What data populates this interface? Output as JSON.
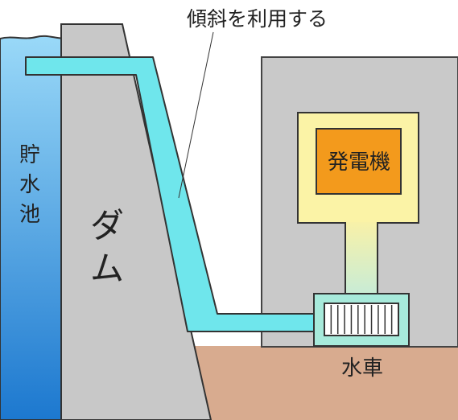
{
  "labels": {
    "slope": "傾斜を利用する",
    "reservoir_chars": [
      "貯",
      "水",
      "池"
    ],
    "dam_chars": [
      "ダ",
      "ム"
    ],
    "generator": "発電機",
    "waterwheel": "水車"
  },
  "colors": {
    "reservoir_top": "#8fd3f7",
    "reservoir_bottom": "#1f7fd3",
    "dam": "#c8c8c8",
    "pipe": "#6fe6ec",
    "powerhouse": "#c9c9c9",
    "generator_housing": "#fbf3a6",
    "generator": "#f39a1c",
    "ground": "#d8ab8f",
    "waterwheel_housing": "#a7eadb"
  }
}
